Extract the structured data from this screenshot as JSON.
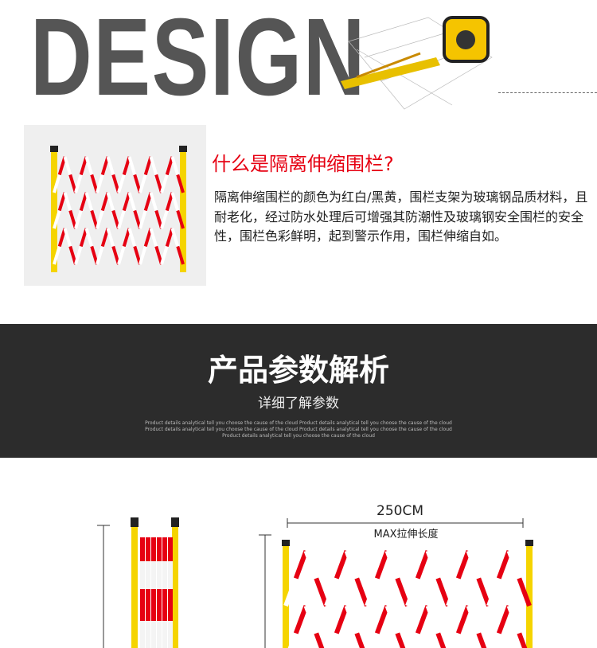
{
  "header": {
    "design_word": "DESIGN"
  },
  "intro": {
    "title": "什么是隔离伸缩围栏?",
    "body": "隔离伸缩围栏的颜色为红白/黑黄，围栏支架为玻璃钢品质材料，且耐老化，经过防水处理后可增强其防潮性及玻璃钢安全围栏的安全性，围栏色彩鲜明，起到警示作用，围栏伸缩自如。"
  },
  "params": {
    "title": "产品参数解析",
    "subtitle": "详细了解参数",
    "small_text": "Product details analytical tell you choose the cause of the cloud Product details analytical tell you choose the cause of the cloud Product details analytical tell you choose the cause of the cloud Product details analytical tell you choose the cause of the cloud Product details analytical tell you choose the cause of the cloud"
  },
  "dimension": {
    "length": "250CM",
    "label": "MAX拉伸长度"
  },
  "colors": {
    "red": "#e60012",
    "yellow": "#f5d400",
    "band": "#2c2c2c"
  }
}
